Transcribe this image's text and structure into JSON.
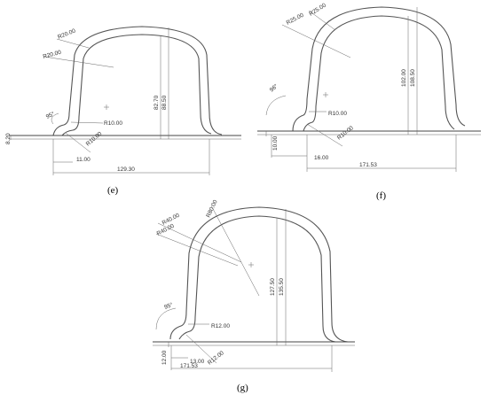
{
  "colors": {
    "line": "#555555",
    "text": "#333333"
  },
  "panels": {
    "e": {
      "caption": "(e)",
      "r_outer": "R20.00",
      "r_inner": "R20.00",
      "r_fillet_upper": "R10.00",
      "r_fillet_lower": "R10.00",
      "angle": "95°",
      "height_inner": "82.70",
      "height_outer": "88.50",
      "thickness": "8.20",
      "flange": "11.00",
      "width": "129.30"
    },
    "f": {
      "caption": "(f)",
      "r_outer": "R25.00",
      "r_inner": "R25.00",
      "r_fillet_upper": "R10.00",
      "r_fillet_lower": "R10.00",
      "angle": "96°",
      "height_inner": "102.00",
      "height_outer": "108.50",
      "thickness": "10.00",
      "flange": "16.00",
      "width": "171.53"
    },
    "g": {
      "caption": "(g)",
      "r_outer": "R80.00",
      "r_mid": "R40.00",
      "r_inner": "R40.00",
      "r_fillet_upper": "R12.00",
      "r_fillet_lower": "R12.00",
      "angle": "95°",
      "height_inner": "127.50",
      "height_outer": "135.50",
      "thickness": "12.00",
      "flange": "13.00",
      "width": "171.53"
    }
  }
}
